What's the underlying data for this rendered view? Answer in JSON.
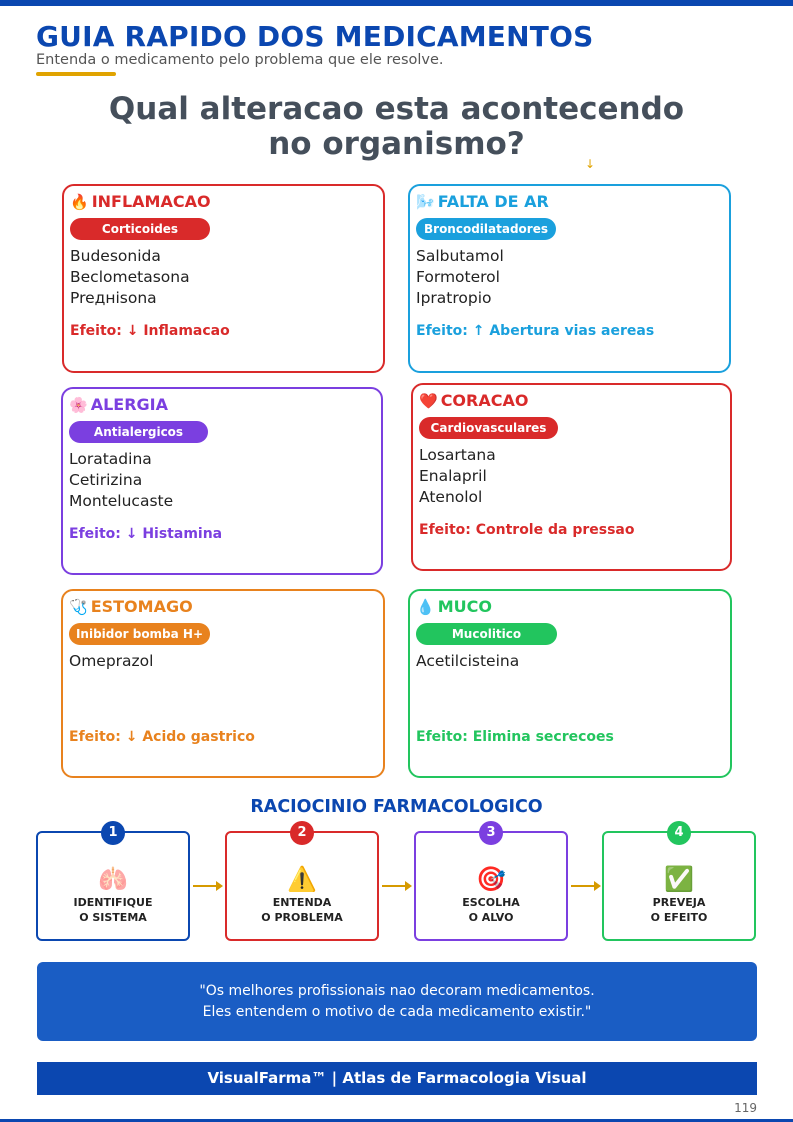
{
  "header": {
    "title": "GUIA RAPIDO DOS MEDICAMENTOS",
    "subtitle": "Entenda o medicamento pelo problema que ele resolve.",
    "question_line1": "Qual alteracao esta acontecendo",
    "question_line2": "no organismo?",
    "arrow_glyph": "↓"
  },
  "cards": [
    {
      "id": "inflamacao",
      "icon": "fire-icon",
      "emoji": "🔥",
      "title": "INFLAMACAO",
      "pill": "Corticoides",
      "meds": [
        "Budesonida",
        "Beclometasona",
        "Preднisona"
      ],
      "effect": "Efeito: ↓ Inflamacao",
      "color": "#d92a2a"
    },
    {
      "id": "falta-de-ar",
      "icon": "wind-icon",
      "emoji": "🌬️",
      "title": "FALTA DE AR",
      "pill": "Broncodilatadores",
      "meds": [
        "Salbutamol",
        "Formoterol",
        "Ipratropio"
      ],
      "effect": "Efeito: ↑ Abertura vias aereas",
      "color": "#1aa0dd"
    },
    {
      "id": "alergia",
      "icon": "flower-icon",
      "emoji": "🌸",
      "title": "ALERGIA",
      "pill": "Antialergicos",
      "meds": [
        "Loratadina",
        "Cetirizina",
        "Montelucaste"
      ],
      "effect": "Efeito: ↓ Histamina",
      "color": "#7b3fe0"
    },
    {
      "id": "coracao",
      "icon": "heart-icon",
      "emoji": "❤️",
      "title": "CORACAO",
      "pill": "Cardiovasculares",
      "meds": [
        "Losartana",
        "Enalapril",
        "Atenolol"
      ],
      "effect": "Efeito: Controle da pressao",
      "color": "#d92a2a"
    },
    {
      "id": "estomago",
      "icon": "stethoscope-icon",
      "emoji": "🩺",
      "title": "ESTOMAGO",
      "pill": "Inibidor bomba H+",
      "meds": [
        "Omeprazol"
      ],
      "effect": "Efeito: ↓ Acido gastrico",
      "color": "#e8821e"
    },
    {
      "id": "muco",
      "icon": "droplet-icon",
      "emoji": "💧",
      "title": "MUCO",
      "pill": "Mucolitico",
      "meds": [
        "Acetilcisteina"
      ],
      "effect": "Efeito: Elimina secrecoes",
      "color": "#22c55e"
    }
  ],
  "reasoning": {
    "title": "RACIOCINIO FARMACOLOGICO",
    "steps": [
      {
        "num": "1",
        "icon": "lungs-icon",
        "emoji": "🫁",
        "line1": "IDENTIFIQUE",
        "line2": "O SISTEMA",
        "color": "#0b47b0"
      },
      {
        "num": "2",
        "icon": "warning-icon",
        "emoji": "⚠️",
        "line1": "ENTENDA",
        "line2": "O PROBLEMA",
        "color": "#d92a2a"
      },
      {
        "num": "3",
        "icon": "target-icon",
        "emoji": "🎯",
        "line1": "ESCOLHA",
        "line2": "O ALVO",
        "color": "#7b3fe0"
      },
      {
        "num": "4",
        "icon": "check-icon",
        "emoji": "✅",
        "line1": "PREVEJA",
        "line2": "O EFEITO",
        "color": "#22c55e"
      }
    ],
    "arrow_color": "#d69a00"
  },
  "quote": {
    "line1": "\"Os melhores profissionais nao decoram medicamentos.",
    "line2": "Eles entendem o motivo de cada medicamento existir.\""
  },
  "footer": {
    "text": "VisualFarma™ | Atlas de Farmacologia Visual",
    "page": "119"
  },
  "colors": {
    "brand": "#0b47b0",
    "accent": "#e0a300"
  }
}
